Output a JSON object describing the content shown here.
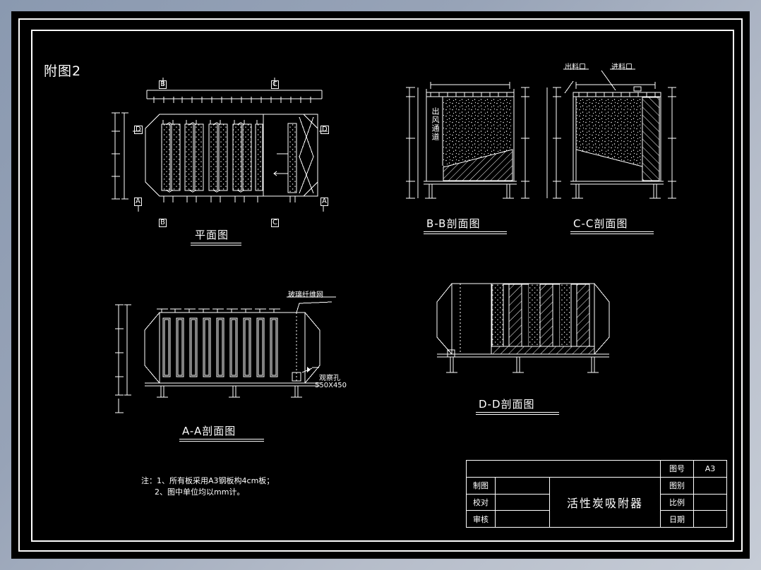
{
  "sheet": {
    "title": "附图2",
    "background_color": "#000000",
    "line_color": "#ffffff",
    "page_bg_color": "#8a99b0"
  },
  "views": {
    "plan": {
      "label": "平面图",
      "section_marks": [
        "B",
        "C",
        "D",
        "D",
        "A",
        "A"
      ]
    },
    "bb": {
      "label": "B-B剖面图",
      "annotations": [
        {
          "text": "出风通道",
          "orientation": "vertical"
        }
      ]
    },
    "cc": {
      "label": "C-C剖面图",
      "annotations": [
        {
          "text": "出料口",
          "orientation": "horizontal"
        },
        {
          "text": "进料口",
          "orientation": "horizontal"
        }
      ]
    },
    "aa": {
      "label": "A-A剖面图",
      "annotations": [
        {
          "text": "玻璃纤维网",
          "orientation": "horizontal"
        },
        {
          "text": "观察孔",
          "orientation": "horizontal"
        },
        {
          "text": "550X450",
          "orientation": "horizontal"
        }
      ]
    },
    "dd": {
      "label": "D-D剖面图",
      "annotations": []
    }
  },
  "notes": {
    "line1": "注：1、所有板采用A3钢板构4cm板；",
    "line2": "2、图中单位均以mm计。"
  },
  "title_block": {
    "drawn_by_label": "制图",
    "drawn_by_value": "",
    "checked_by_label": "校对",
    "checked_by_value": "",
    "approved_by_label": "审核",
    "approved_by_value": "",
    "main_title": "活性炭吸附器",
    "drawing_no_label": "图号",
    "drawing_no_value": "A3",
    "drawing_type_label": "图别",
    "drawing_type_value": "",
    "scale_label": "比例",
    "scale_value": "",
    "date_label": "日期",
    "date_value": ""
  }
}
